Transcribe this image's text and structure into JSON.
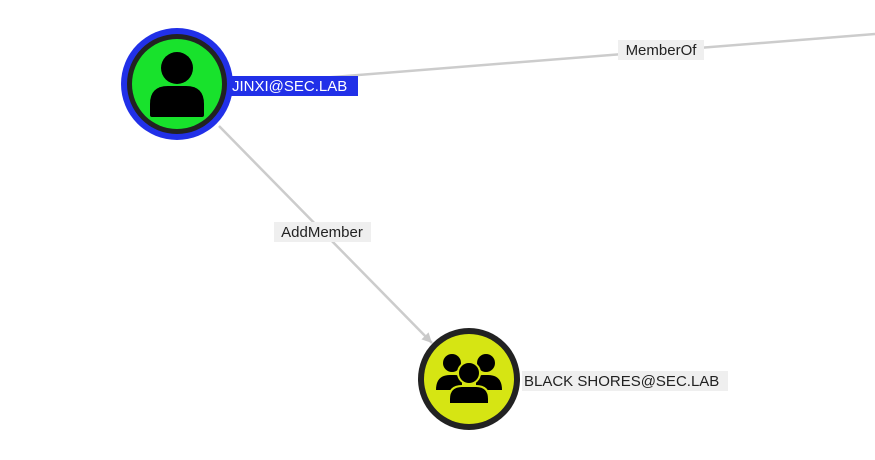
{
  "graph": {
    "nodes": [
      {
        "id": "user",
        "label": "JINXI@SEC.LAB",
        "type": "user",
        "icon": "user-icon",
        "fill_color": "#18e22c",
        "selected": true,
        "selection_color": "#2130e8",
        "label_color": "#ffffff",
        "label_bg": "#2130e8"
      },
      {
        "id": "group",
        "label": "BLACK SHORES@SEC.LAB",
        "type": "group",
        "icon": "group-icon",
        "fill_color": "#d6e513",
        "selected": false,
        "label_color": "#222222",
        "label_bg": "#efefef"
      }
    ],
    "edges": [
      {
        "id": "memberof",
        "label": "MemberOf",
        "from": "user",
        "to": "offscreen"
      },
      {
        "id": "addmember",
        "label": "AddMember",
        "from": "user",
        "to": "group"
      }
    ],
    "colors": {
      "edge": "#cccccc",
      "ring": "#222222"
    }
  }
}
